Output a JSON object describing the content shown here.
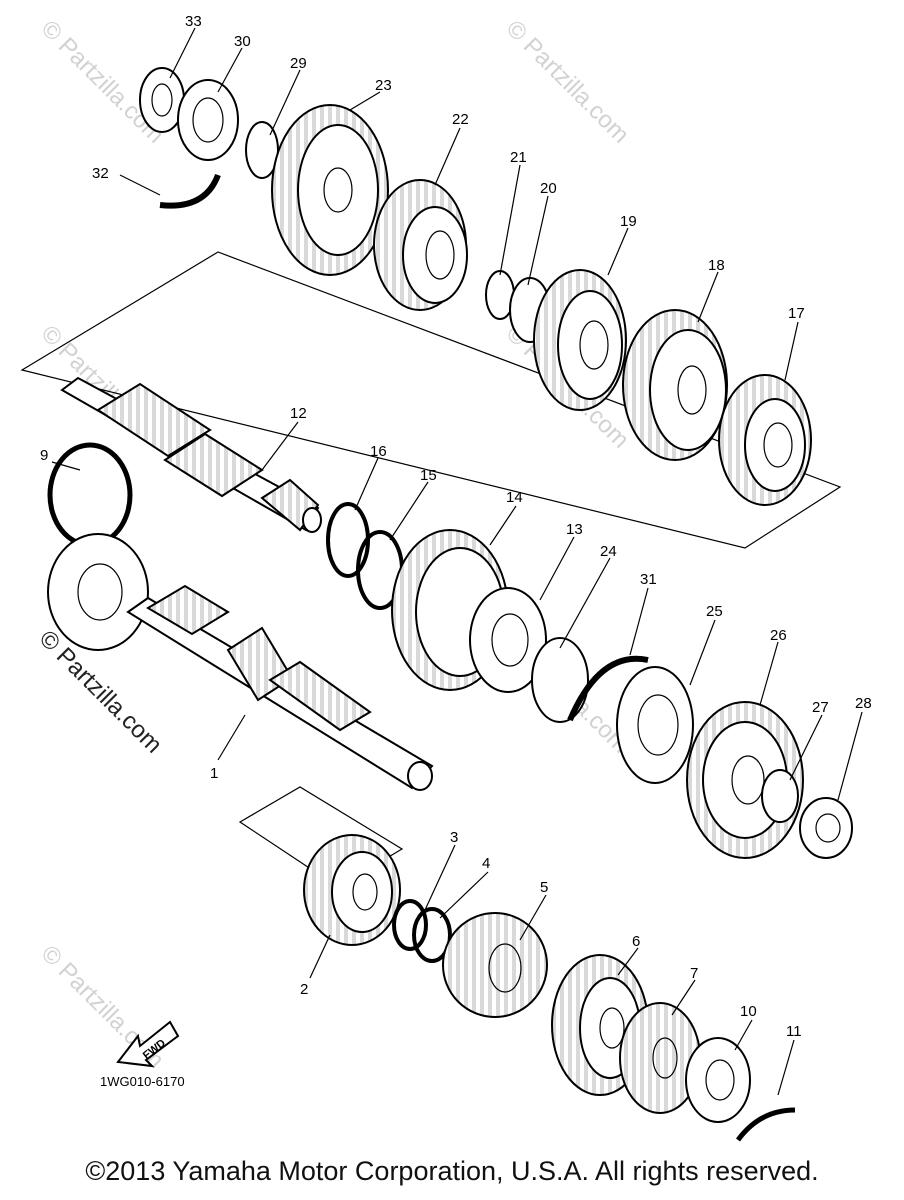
{
  "diagram_code": "1WG010-6170",
  "watermark": "© Partzilla.com",
  "copyright": "©2013 Yamaha Motor Corporation, U.S.A. All rights reserved.",
  "fwd_arrow": "FWD",
  "callouts": {
    "c1": "1",
    "c2": "2",
    "c3": "3",
    "c4": "4",
    "c5": "5",
    "c6": "6",
    "c7": "7",
    "c9": "9",
    "c10": "10",
    "c11": "11",
    "c12": "12",
    "c13": "13",
    "c14": "14",
    "c15": "15",
    "c16": "16",
    "c17": "17",
    "c18": "18",
    "c19": "19",
    "c20": "20",
    "c21": "21",
    "c22": "22",
    "c23": "23",
    "c24": "24",
    "c25": "25",
    "c26": "26",
    "c27": "27",
    "c28": "28",
    "c29": "29",
    "c30": "30",
    "c31": "31",
    "c32": "32",
    "c33": "33"
  }
}
